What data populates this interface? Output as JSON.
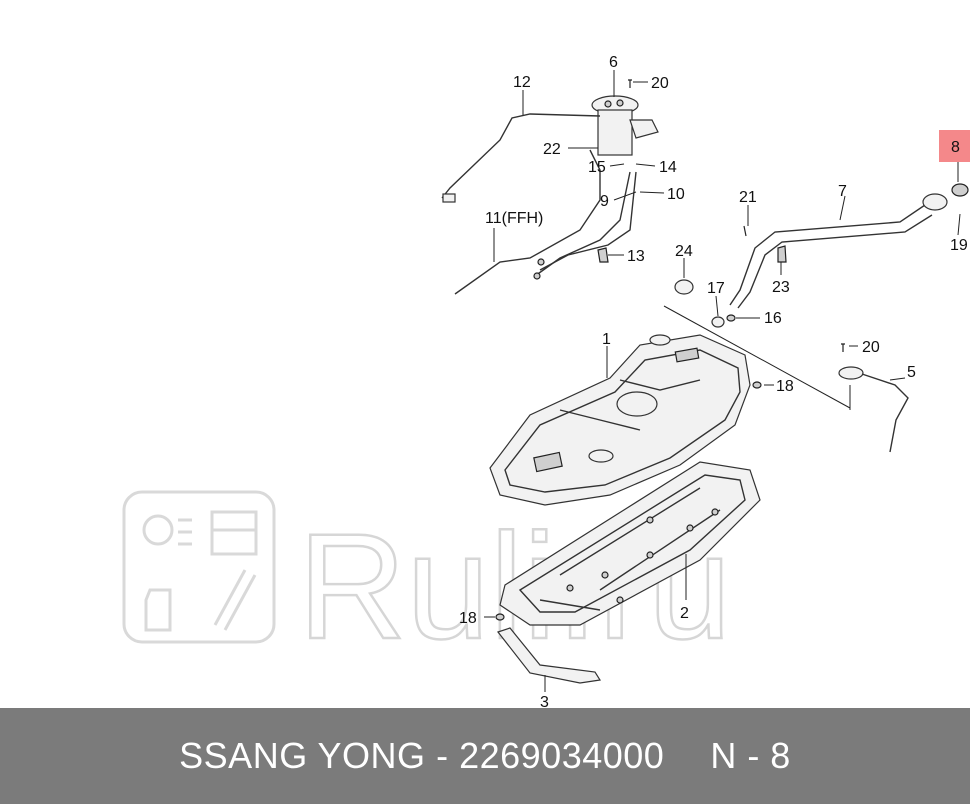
{
  "watermark": {
    "text": "Ruli.ru"
  },
  "highlight_color": "#f4888a",
  "callouts": {
    "c1": "1",
    "c2": "2",
    "c3": "3",
    "c5": "5",
    "c6": "6",
    "c7": "7",
    "c8": "8",
    "c9": "9",
    "c10": "10",
    "c11": "11(FFH)",
    "c12": "12",
    "c13": "13",
    "c14": "14",
    "c15": "15",
    "c16": "16",
    "c17": "17",
    "c18a": "18",
    "c18b": "18",
    "c19": "19",
    "c20a": "20",
    "c20b": "20",
    "c21": "21",
    "c22": "22",
    "c23": "23",
    "c24": "24"
  },
  "footer": {
    "brand": "SSANG YONG",
    "separator": "-",
    "part_number": "2269034000",
    "page_ref": "N - 8"
  }
}
